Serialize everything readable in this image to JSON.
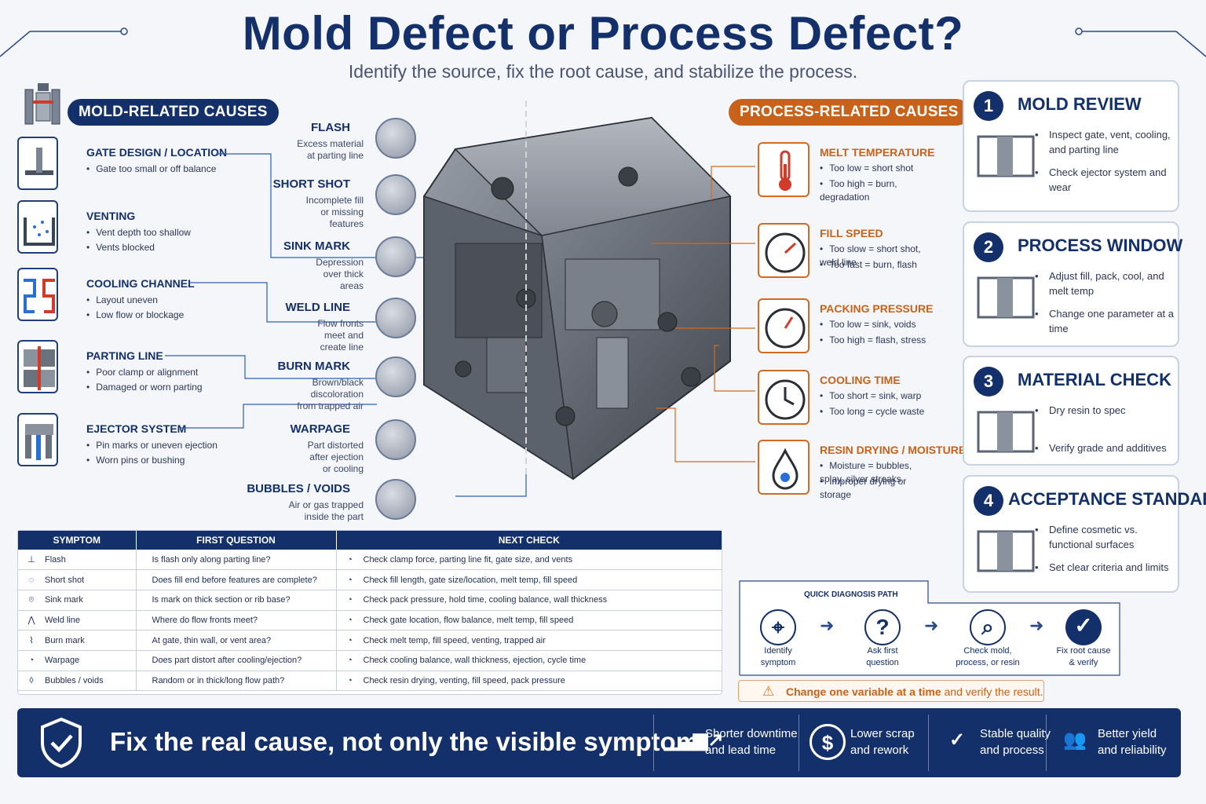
{
  "header": {
    "title": "Mold Defect or Process Defect?",
    "subtitle": "Identify the source, fix the root cause, and stabilize the process."
  },
  "colors": {
    "navy": "#14306b",
    "orange": "#c8621a",
    "accent_blue": "#2a6fd6",
    "accent_red": "#d23a2a"
  },
  "mold_causes": {
    "label": "MOLD-RELATED CAUSES",
    "items": [
      {
        "title": "GATE DESIGN / LOCATION",
        "bullets": [
          "Gate too small or off balance"
        ],
        "icon": "gate-icon"
      },
      {
        "title": "VENTING",
        "bullets": [
          "Vent depth too shallow",
          "Vents blocked"
        ],
        "icon": "vent-icon"
      },
      {
        "title": "COOLING CHANNEL",
        "bullets": [
          "Layout uneven",
          "Low flow or blockage"
        ],
        "icon": "cooling-channel-icon"
      },
      {
        "title": "PARTING LINE",
        "bullets": [
          "Poor clamp or alignment",
          "Damaged or worn parting"
        ],
        "icon": "parting-line-icon"
      },
      {
        "title": "EJECTOR SYSTEM",
        "bullets": [
          "Pin marks or uneven ejection",
          "Worn pins or bushing"
        ],
        "icon": "ejector-icon"
      }
    ]
  },
  "defects": [
    {
      "title": "FLASH",
      "desc": [
        "Excess material",
        "at parting line"
      ]
    },
    {
      "title": "SHORT SHOT",
      "desc": [
        "Incomplete fill",
        "or missing",
        "features"
      ]
    },
    {
      "title": "SINK MARK",
      "desc": [
        "Depression",
        "over thick",
        "areas"
      ]
    },
    {
      "title": "WELD LINE",
      "desc": [
        "Flow fronts",
        "meet and",
        "create line"
      ]
    },
    {
      "title": "BURN MARK",
      "desc": [
        "Brown/black",
        "discoloration",
        "from trapped air"
      ]
    },
    {
      "title": "WARPAGE",
      "desc": [
        "Part distorted",
        "after ejection",
        "or cooling"
      ]
    },
    {
      "title": "BUBBLES / VOIDS",
      "desc": [
        "Air or gas trapped",
        "inside the part"
      ]
    }
  ],
  "process_causes": {
    "label": "PROCESS-RELATED CAUSES",
    "items": [
      {
        "title": "MELT TEMPERATURE",
        "bullets": [
          "Too low = short shot",
          "Too high = burn, degradation"
        ],
        "icon": "thermometer-icon"
      },
      {
        "title": "FILL SPEED",
        "bullets": [
          "Too slow = short shot, weld line",
          "Too fast = burn, flash"
        ],
        "icon": "gauge-icon"
      },
      {
        "title": "PACKING PRESSURE",
        "bullets": [
          "Too low = sink, voids",
          "Too high = flash, stress"
        ],
        "icon": "pressure-gauge-icon"
      },
      {
        "title": "COOLING TIME",
        "bullets": [
          "Too short = sink, warp",
          "Too long = cycle waste"
        ],
        "icon": "clock-icon"
      },
      {
        "title": "RESIN DRYING / MOISTURE",
        "bullets": [
          "Moisture = bubbles, splay, silver streaks",
          "Improper drying or storage"
        ],
        "icon": "droplet-icon"
      }
    ]
  },
  "steps": [
    {
      "num": "1",
      "title": "MOLD REVIEW",
      "bullets": [
        "Inspect gate, vent, cooling, and parting line",
        "Check ejector system and wear"
      ]
    },
    {
      "num": "2",
      "title": "PROCESS WINDOW",
      "bullets": [
        "Adjust fill, pack, cool, and melt temp",
        "Change one parameter at a time"
      ]
    },
    {
      "num": "3",
      "title": "MATERIAL CHECK",
      "bullets": [
        "Dry resin to spec",
        "Verify grade and additives"
      ]
    },
    {
      "num": "4",
      "title": "ACCEPTANCE STANDARD",
      "bullets": [
        "Define cosmetic vs. functional surfaces",
        "Set clear criteria and limits"
      ]
    }
  ],
  "table": {
    "headers": [
      "SYMPTOM",
      "FIRST QUESTION",
      "NEXT CHECK"
    ],
    "rows": [
      {
        "symptom": "Flash",
        "question": "Is flash only along parting line?",
        "check": "Check clamp force, parting line fit, gate size, and vents"
      },
      {
        "symptom": "Short shot",
        "question": "Does fill end before features are complete?",
        "check": "Check fill length, gate size/location, melt temp, fill speed"
      },
      {
        "symptom": "Sink mark",
        "question": "Is mark on thick section or rib base?",
        "check": "Check pack pressure, hold time, cooling balance, wall thickness"
      },
      {
        "symptom": "Weld line",
        "question": "Where do flow fronts meet?",
        "check": "Check gate location, flow balance, melt temp, fill speed"
      },
      {
        "symptom": "Burn mark",
        "question": "At gate, thin wall, or vent area?",
        "check": "Check melt temp, fill speed, venting, trapped air"
      },
      {
        "symptom": "Warpage",
        "question": "Does part distort after cooling/ejection?",
        "check": "Check cooling balance, wall thickness, ejection, cycle time"
      },
      {
        "symptom": "Bubbles / voids",
        "question": "Random or in thick/long flow path?",
        "check": "Check resin drying, venting, fill speed, pack pressure"
      }
    ]
  },
  "diagnosis": {
    "title": "QUICK DIAGNOSIS PATH",
    "steps": [
      {
        "label": [
          "Identify",
          "symptom"
        ],
        "icon": "target-icon"
      },
      {
        "label": [
          "Ask first",
          "question"
        ],
        "icon": "question-icon"
      },
      {
        "label": [
          "Check mold,",
          "process, or resin"
        ],
        "icon": "magnifier-icon"
      },
      {
        "label": [
          "Fix root cause",
          "& verify"
        ],
        "icon": "check-icon"
      }
    ],
    "warning_bold": "Change one variable at a time",
    "warning_rest": " and verify the result."
  },
  "banner": {
    "headline": "Fix the real cause, not only the visible symptom.",
    "benefits": [
      {
        "line1": "Shorter downtime",
        "line2": "and lead time",
        "icon": "chart-up-icon"
      },
      {
        "line1": "Lower scrap",
        "line2": "and rework",
        "icon": "dollar-icon"
      },
      {
        "line1": "Stable quality",
        "line2": "and process",
        "icon": "shield-check-icon"
      },
      {
        "line1": "Better yield",
        "line2": "and reliability",
        "icon": "people-icon"
      }
    ]
  }
}
